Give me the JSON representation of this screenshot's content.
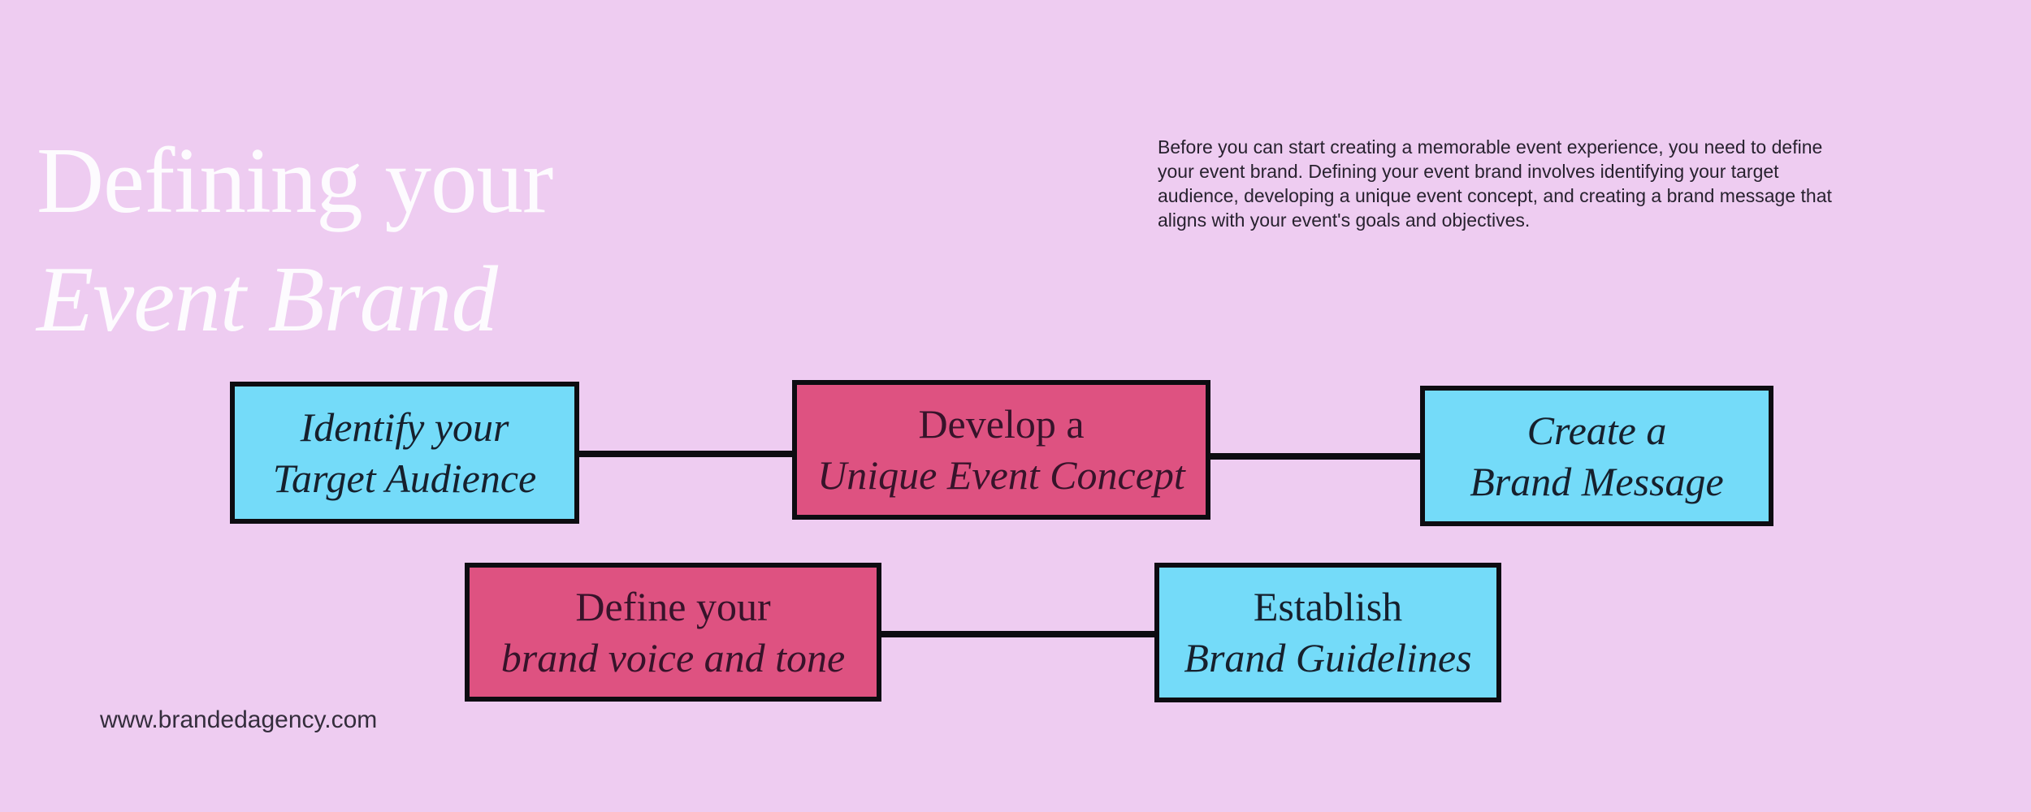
{
  "palette": {
    "bg": "#eeccf1",
    "blue": "#74dbf9",
    "pink": "#de5281",
    "line": "#0d0c11",
    "title_color": "#fdfbfe",
    "ink_blue": "#16202d",
    "ink_pink": "#37132a",
    "paragraph_color": "#28222f",
    "footer_color": "#342d3c"
  },
  "title": {
    "line1": "Defining your",
    "line2": "Event Brand"
  },
  "intro": {
    "text": " Before you can start creating a memorable event experience, you need to define your event brand. Defining your event brand involves identifying your target audience, developing a unique event concept, and creating a brand message that aligns with your event's goals and objectives."
  },
  "flowchart": {
    "boxes": [
      {
        "line1": "Identify your",
        "line2": "Target Audience",
        "color": "blue"
      },
      {
        "line1": "Develop a",
        "line2": "Unique Event Concept",
        "color": "pink"
      },
      {
        "line1": "Create a",
        "line2": "Brand Message",
        "color": "blue"
      },
      {
        "line1": "Define your",
        "line2": "brand voice and tone",
        "color": "pink"
      },
      {
        "line1": "Establish",
        "line2": "Brand Guidelines",
        "color": "blue"
      }
    ]
  },
  "footer": {
    "website": "www.brandedagency.com"
  }
}
